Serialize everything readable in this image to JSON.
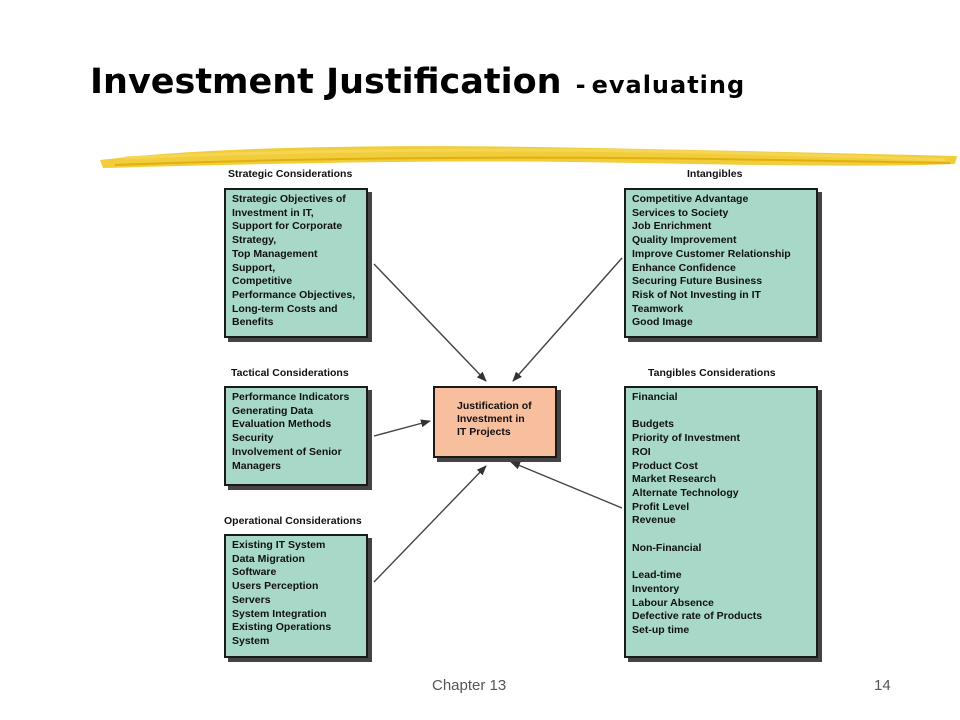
{
  "slide": {
    "title_main": "Investment Justification",
    "title_sep": "-",
    "title_sub": "evaluating",
    "footer_left": "Chapter 13",
    "page_number": "14"
  },
  "colors": {
    "box_fill": "#a8d8c8",
    "center_fill": "#f7bf9e",
    "brush_stroke": "#f0c419"
  },
  "diagram": {
    "strategic": {
      "heading": "Strategic Considerations",
      "lines": [
        "Strategic Objectives of",
        "Investment in IT,",
        "Support for Corporate",
        "Strategy,",
        "Top Management",
        "Support,",
        "Competitive",
        "Performance Objectives,",
        "Long-term Costs and",
        "Benefits"
      ]
    },
    "tactical": {
      "heading": "Tactical Considerations",
      "lines": [
        "Performance Indicators",
        "Generating Data",
        "Evaluation Methods",
        "Security",
        "Involvement of Senior",
        "Managers"
      ]
    },
    "operational": {
      "heading": "Operational Considerations",
      "lines": [
        "Existing IT System",
        "Data Migration",
        "Software",
        "Users Perception",
        "Servers",
        "System Integration",
        "Existing Operations",
        "System"
      ]
    },
    "intangibles": {
      "heading": "Intangibles",
      "lines": [
        "Competitive Advantage",
        "Services to Society",
        "Job Enrichment",
        "Quality Improvement",
        "Improve Customer Relationship",
        "Enhance Confidence",
        "Securing Future Business",
        "Risk of Not Investing in IT",
        "Teamwork",
        "Good Image"
      ]
    },
    "tangibles": {
      "heading": "Tangibles Considerations",
      "lines": [
        "Financial",
        "",
        "Budgets",
        "Priority of Investment",
        "ROI",
        "Product Cost",
        "Market Research",
        "Alternate Technology",
        "Profit Level",
        "Revenue",
        "",
        "Non-Financial",
        "",
        "Lead-time",
        "Inventory",
        "Labour Absence",
        "Defective rate of Products",
        "Set-up time"
      ]
    },
    "center": {
      "lines": [
        "Justification of",
        "Investment in",
        "IT Projects"
      ]
    }
  }
}
